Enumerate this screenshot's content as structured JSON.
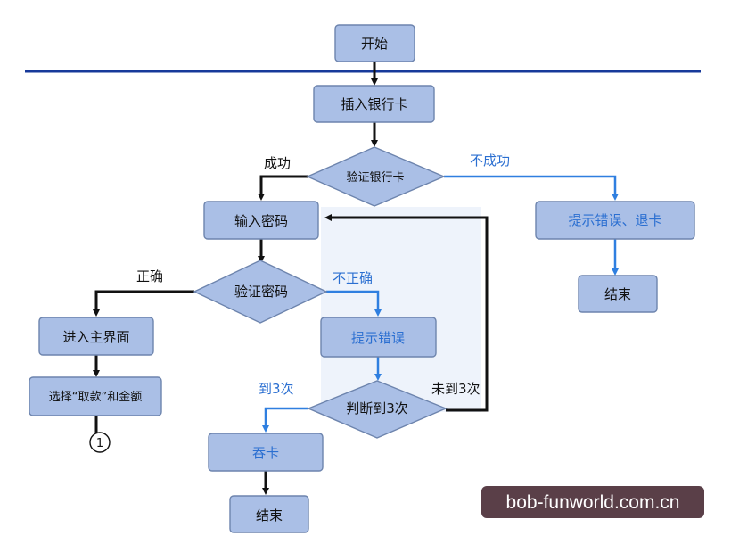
{
  "nodes": {
    "start": "开始",
    "insert_card": "插入银行卡",
    "verify_card": "验证银行卡",
    "enter_password": "输入密码",
    "show_error_eject": "提示错误、退卡",
    "end_right": "结束",
    "verify_password": "验证密码",
    "enter_main": "进入主界面",
    "select_withdraw": "选择“取款”和金额",
    "connector": "1",
    "show_error": "提示错误",
    "check_three": "判断到3次",
    "swallow_card": "吞卡",
    "end_bottom": "结束"
  },
  "edge_labels": {
    "success": "成功",
    "fail": "不成功",
    "correct": "正确",
    "incorrect": "不正确",
    "reached_three": "到3次",
    "not_reached_three": "未到3次"
  },
  "watermark": "bob-funworld.com.cn",
  "colors": {
    "node_fill": "#aabfe6",
    "node_border": "#6d84ad",
    "black_arrow": "#111111",
    "blue_arrow": "#2f7fe0",
    "rule": "#17399a",
    "watermark_bg": "#5a3f48"
  }
}
